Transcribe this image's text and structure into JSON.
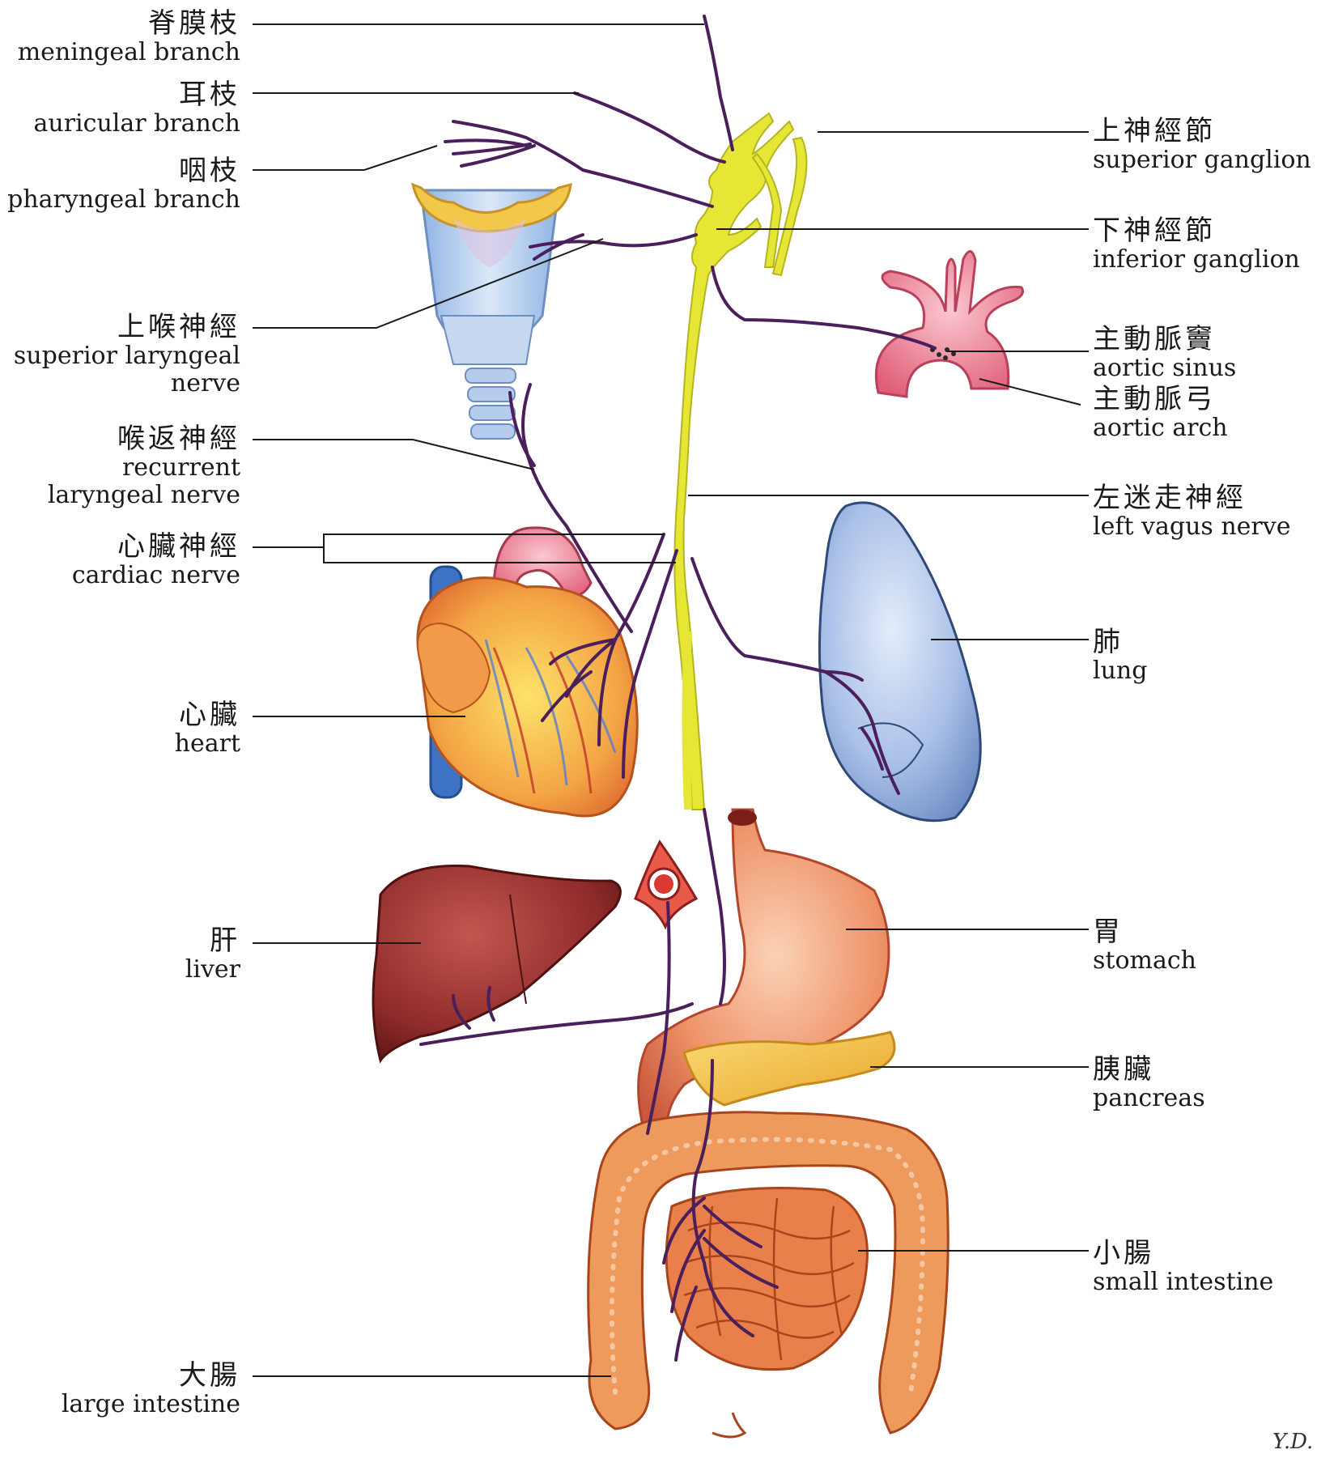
{
  "labels": {
    "meningeal": {
      "zh": "脊膜枝",
      "en": "meningeal branch"
    },
    "auricular": {
      "zh": "耳枝",
      "en": "auricular branch"
    },
    "pharyngeal": {
      "zh": "咽枝",
      "en": "pharyngeal branch"
    },
    "superior_laryngeal": {
      "zh": "上喉神經",
      "en1": "superior laryngeal",
      "en2": "nerve"
    },
    "recurrent_laryngeal": {
      "zh": "喉返神經",
      "en1": "recurrent",
      "en2": "laryngeal nerve"
    },
    "cardiac_nerve": {
      "zh": "心臟神經",
      "en": "cardiac nerve"
    },
    "heart": {
      "zh": "心臟",
      "en": "heart"
    },
    "liver": {
      "zh": "肝",
      "en": "liver"
    },
    "large_intestine": {
      "zh": "大腸",
      "en": "large intestine"
    },
    "superior_ganglion": {
      "zh": "上神經節",
      "en": "superior ganglion"
    },
    "inferior_ganglion": {
      "zh": "下神經節",
      "en": "inferior ganglion"
    },
    "aortic_sinus": {
      "zh": "主動脈竇",
      "en": "aortic sinus"
    },
    "aortic_arch": {
      "zh": "主動脈弓",
      "en": "aortic arch"
    },
    "left_vagus": {
      "zh": "左迷走神經",
      "en": "left vagus nerve"
    },
    "lung": {
      "zh": "肺",
      "en": "lung"
    },
    "stomach": {
      "zh": "胃",
      "en": "stomach"
    },
    "pancreas": {
      "zh": "胰臟",
      "en": "pancreas"
    },
    "small_intestine": {
      "zh": "小腸",
      "en": "small intestine"
    }
  },
  "signature": "Y.D.",
  "colors": {
    "nerve_trunk": "#e6e635",
    "nerve_branch": "#4a1f5c",
    "leader_line": "#1a1a1a",
    "larynx": "#a9c8ea",
    "thyroid_cartilage": "#f3c84a",
    "heart": "#e88a3c",
    "aorta": "#e7677f",
    "lung": "#a7bfe6",
    "liver": "#8e2a2a",
    "stomach": "#e98a62",
    "pancreas": "#f2c044",
    "intestine": "#ee9a5c"
  }
}
